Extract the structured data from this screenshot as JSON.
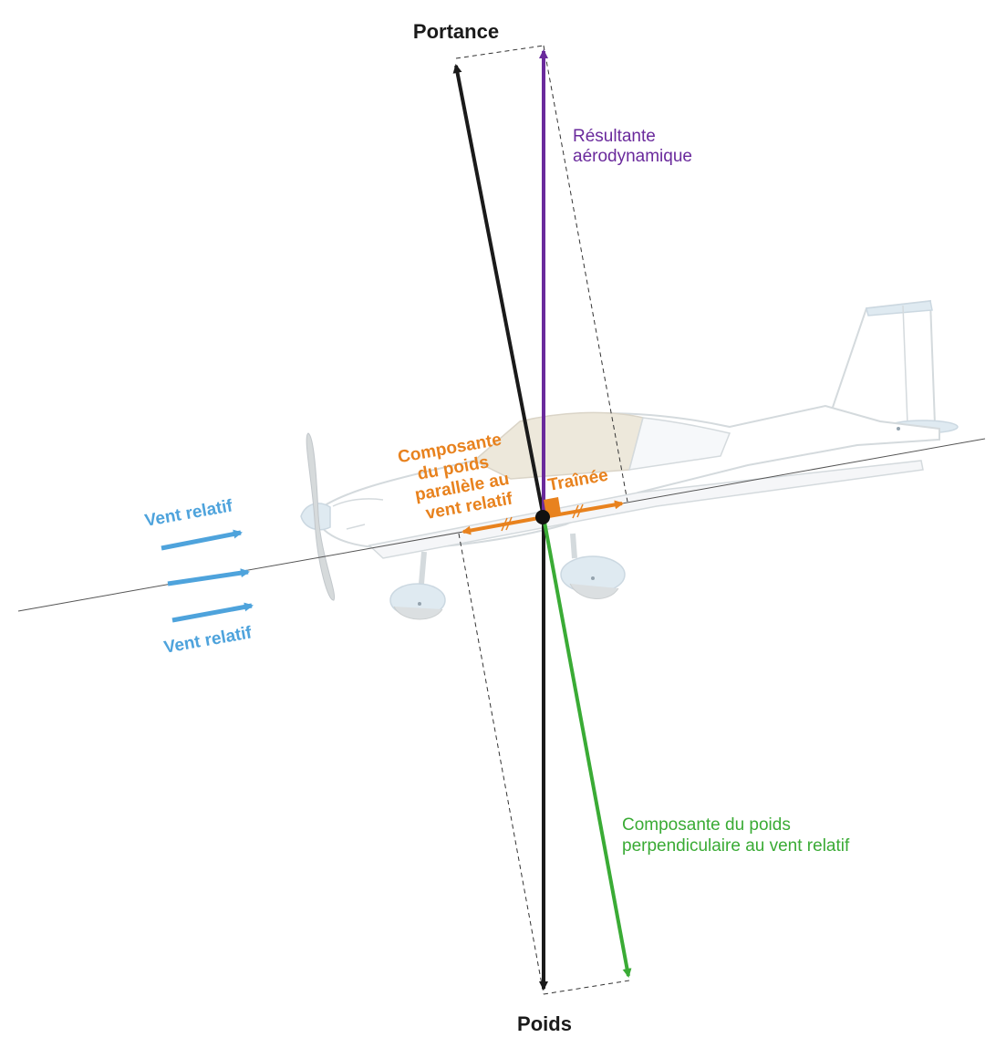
{
  "labels": {
    "lift": "Portance",
    "weight": "Poids",
    "resultant_line1": "Résultante",
    "resultant_line2": "aérodynamique",
    "parallel_line1": "Composante",
    "parallel_line2": "du poids",
    "parallel_line3": "parallèle au",
    "parallel_line4": "vent relatif",
    "drag": "Traînée",
    "wind_top": "Vent relatif",
    "wind_bottom": "Vent relatif",
    "perp_line1": "Composante du poids",
    "perp_line2": "perpendiculaire au vent relatif"
  },
  "colors": {
    "lift": "#1a1a1a",
    "weight": "#1a1a1a",
    "resultant": "#6a2a9c",
    "drag_and_parallel": "#e8821e",
    "perpendicular": "#3aab35",
    "wind": "#4ea3dc",
    "airplane_outline": "#d0d6da",
    "airplane_fill_blue": "#dce8f0",
    "canopy": "#ece6d8"
  }
}
